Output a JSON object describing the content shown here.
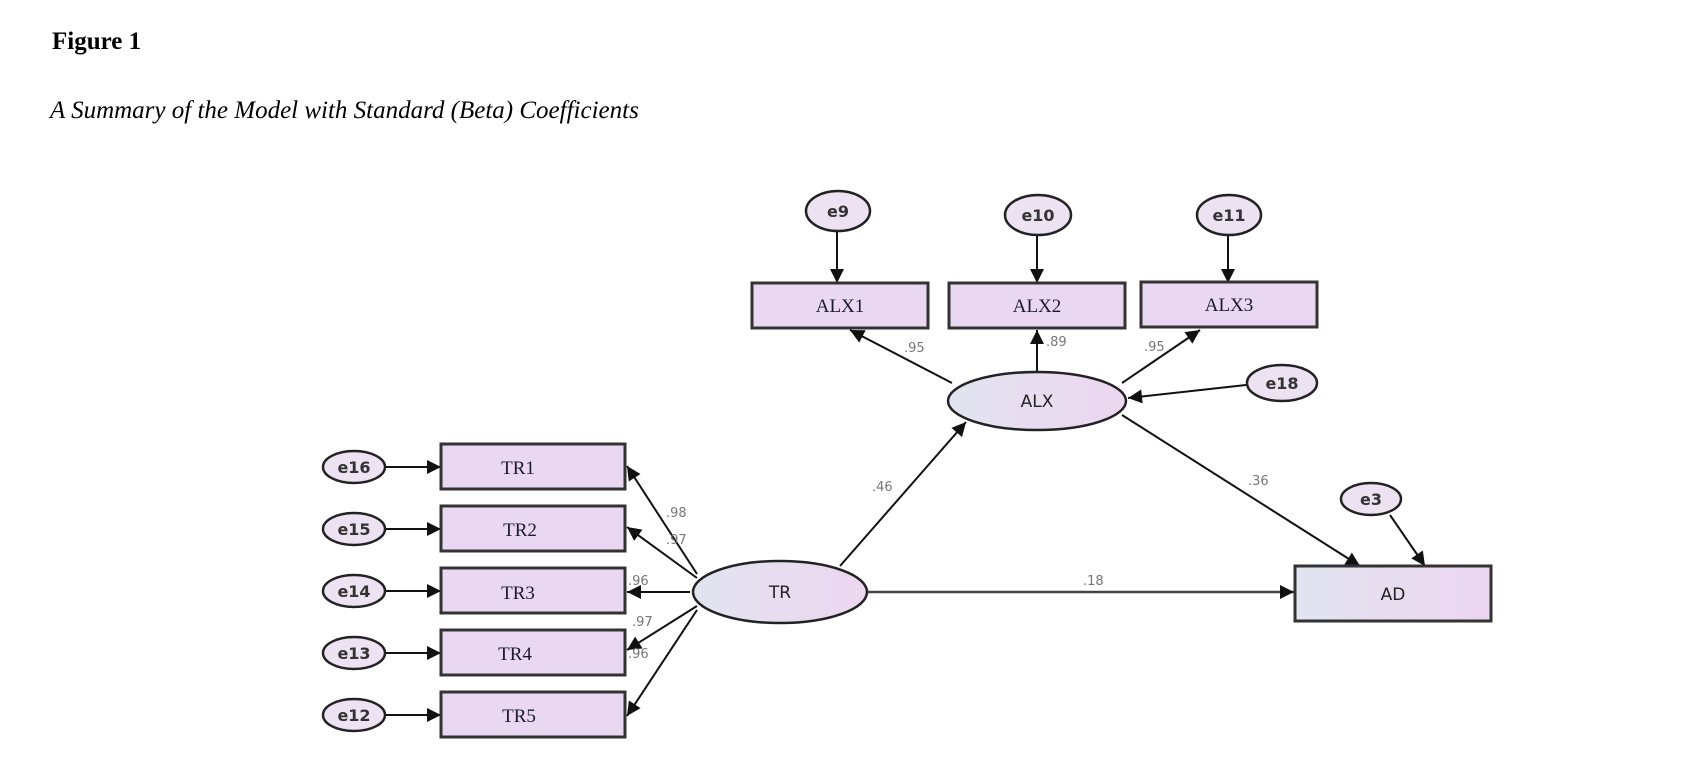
{
  "figure": {
    "label": "Figure 1",
    "caption": "A Summary of the Model with Standard (Beta) Coefficients"
  },
  "colors": {
    "box_fill": "#ead8f2",
    "latent_fill_start": "#e2e4f0",
    "latent_fill_end": "#ecd6f0",
    "stroke": "#222222",
    "coef_text": "#777777"
  },
  "latent": {
    "tr": "TR",
    "alx": "ALX"
  },
  "observed": {
    "alx1": "ALX1",
    "alx2": "ALX2",
    "alx3": "ALX3",
    "tr1": "TR1",
    "tr2": "TR2",
    "tr3": "TR3",
    "tr4": "TR4",
    "tr5": "TR5",
    "ad": "AD"
  },
  "errors": {
    "e9": "e9",
    "e10": "e10",
    "e11": "e11",
    "e18": "e18",
    "e3": "e3",
    "e16": "e16",
    "e15": "e15",
    "e14": "e14",
    "e13": "e13",
    "e12": "e12"
  },
  "coefficients": {
    "alx_alx1": ".95",
    "alx_alx2": ".89",
    "alx_alx3": ".95",
    "tr_alx": ".46",
    "alx_ad": ".36",
    "tr_ad": ".18",
    "tr_tr1": ".98",
    "tr_tr2": ".97",
    "tr_tr3": ".96",
    "tr_tr4": ".97",
    "tr_tr5": ".96"
  }
}
